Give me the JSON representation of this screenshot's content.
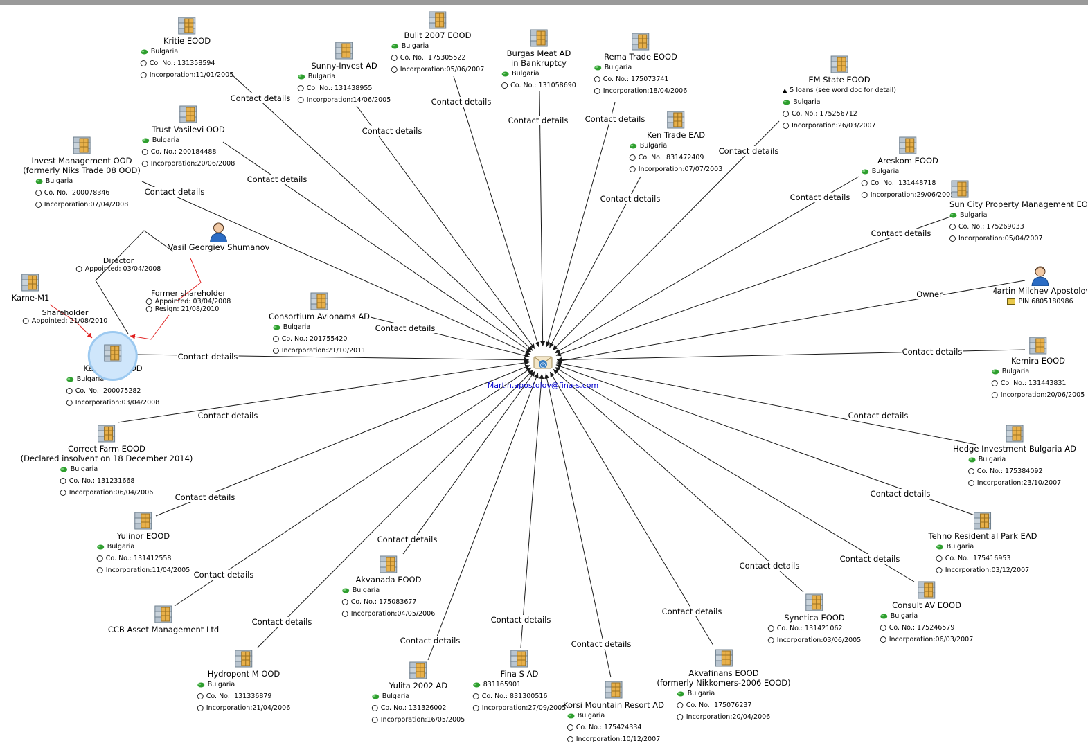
{
  "center": {
    "email": "Martin.apostolov@fina-s.com",
    "icon": "email-icon"
  },
  "labels": {
    "contact": "Contact details",
    "owner": "Owner",
    "director": "Director",
    "former_shareholder": "Former shareholder",
    "shareholder": "Shareholder"
  },
  "colors": {
    "edge": "#1a1a1a",
    "relation": "#e02020",
    "halo": "#cfe6fb",
    "link": "#0000cc",
    "flag": "#2e9e2e"
  },
  "companies": [
    {
      "id": "kritie",
      "name": "Kritie EOOD",
      "attrs": [
        "Bulgaria",
        "Co. No.: 131358594",
        "Incorporation:11/01/2005"
      ]
    },
    {
      "id": "bulit",
      "name": "Bulit 2007 EOOD",
      "attrs": [
        "Bulgaria",
        "Co. No.: 175305522",
        "Incorporation:05/06/2007"
      ]
    },
    {
      "id": "burgas",
      "name": "Burgas Meat AD\nin Bankruptcy",
      "attrs": [
        "Bulgaria",
        "Co. No.: 131058690"
      ]
    },
    {
      "id": "rema",
      "name": "Rema Trade EOOD",
      "attrs": [
        "Bulgaria",
        "Co. No.: 175073741",
        "Incorporation:18/04/2006"
      ]
    },
    {
      "id": "sunny",
      "name": "Sunny-Invest AD",
      "attrs": [
        "Bulgaria",
        "Co. No.: 131438955",
        "Incorporation:14/06/2005"
      ]
    },
    {
      "id": "emstate",
      "name": "EM State EOOD",
      "attrs": [
        "5 loans (see word doc for detail)",
        "Bulgaria",
        "Co. No.: 175256712",
        "Incorporation:26/03/2007"
      ]
    },
    {
      "id": "trust",
      "name": "Trust Vasilevi OOD",
      "attrs": [
        "Bulgaria",
        "Co. No.: 200184488",
        "Incorporation:20/06/2008"
      ]
    },
    {
      "id": "ken",
      "name": "Ken Trade EAD",
      "attrs": [
        "Bulgaria",
        "Co. No.: 831472409",
        "Incorporation:07/07/2003"
      ]
    },
    {
      "id": "invest",
      "name": "Invest Management OOD\n(formerly Niks Trade 08 OOD)",
      "attrs": [
        "Bulgaria",
        "Co. No.: 200078346",
        "Incorporation:07/04/2008"
      ]
    },
    {
      "id": "areskom",
      "name": "Areskom EOOD",
      "attrs": [
        "Bulgaria",
        "Co. No.: 131448718",
        "Incorporation:29/06/2005"
      ]
    },
    {
      "id": "suncity",
      "name": "Sun City Property Management EOO",
      "attrs": [
        "Bulgaria",
        "Co. No.: 175269033",
        "Incorporation:05/04/2007"
      ]
    },
    {
      "id": "karnem1",
      "name": "Karne-M1",
      "attrs": []
    },
    {
      "id": "consortium",
      "name": "Consortium Avionams AD",
      "attrs": [
        "Bulgaria",
        "Co. No.: 201755420",
        "Incorporation:21/10/2011"
      ]
    },
    {
      "id": "karnem",
      "name": "Karne-M EOOD",
      "attrs": [
        "Bulgaria",
        "Co. No.: 200075282",
        "Incorporation:03/04/2008"
      ]
    },
    {
      "id": "kemira",
      "name": "Kemira EOOD",
      "attrs": [
        "Bulgaria",
        "Co. No.: 131443831",
        "Incorporation:20/06/2005"
      ]
    },
    {
      "id": "correct",
      "name": "Correct Farm EOOD\n(Declared insolvent on 18 December 2014)",
      "attrs": [
        "Bulgaria",
        "Co. No.: 131231668",
        "Incorporation:06/04/2006"
      ]
    },
    {
      "id": "hedge",
      "name": "Hedge Investment Bulgaria AD",
      "attrs": [
        "Bulgaria",
        "Co. No.: 175384092",
        "Incorporation:23/10/2007"
      ]
    },
    {
      "id": "yulinor",
      "name": "Yulinor EOOD",
      "attrs": [
        "Bulgaria",
        "Co. No.: 131412558",
        "Incorporation:11/04/2005"
      ]
    },
    {
      "id": "tehno",
      "name": "Tehno Residential Park EAD",
      "attrs": [
        "Bulgaria",
        "Co. No.: 175416953",
        "Incorporation:03/12/2007"
      ]
    },
    {
      "id": "akvanada",
      "name": "Akvanada EOOD",
      "attrs": [
        "Bulgaria",
        "Co. No.: 175083677",
        "Incorporation:04/05/2006"
      ]
    },
    {
      "id": "ccb",
      "name": "CCB Asset Management Ltd",
      "attrs": []
    },
    {
      "id": "consultav",
      "name": "Consult AV EOOD",
      "attrs": [
        "Bulgaria",
        "Co. No.: 175246579",
        "Incorporation:06/03/2007"
      ]
    },
    {
      "id": "synetica",
      "name": "Synetica EOOD",
      "attrs": [
        "Co. No.: 131421062",
        "Incorporation:03/06/2005"
      ]
    },
    {
      "id": "hydropont",
      "name": "Hydropont M OOD",
      "attrs": [
        "Bulgaria",
        "Co. No.: 131336879",
        "Incorporation:21/04/2006"
      ]
    },
    {
      "id": "yulita",
      "name": "Yulita 2002 AD",
      "attrs": [
        "Bulgaria",
        "Co. No.: 131326002",
        "Incorporation:16/05/2005"
      ]
    },
    {
      "id": "finas",
      "name": "Fina S AD",
      "attrs": [
        "831165901",
        "Co. No.: 831300516",
        "Incorporation:27/09/2005"
      ]
    },
    {
      "id": "korsi",
      "name": "Korsi Mountain Resort AD",
      "attrs": [
        "Bulgaria",
        "Co. No.: 175424334",
        "Incorporation:10/12/2007"
      ]
    },
    {
      "id": "akvafinans",
      "name": "Akvafinans EOOD\n(formerly Nikkomers-2006 EOOD)",
      "attrs": [
        "Bulgaria",
        "Co. No.: 175076237",
        "Incorporation:20/04/2006"
      ]
    }
  ],
  "people": [
    {
      "id": "vasil",
      "name": "Vasil Georgiev Shumanov",
      "attrs": []
    },
    {
      "id": "martin",
      "name": "Martin Milchev Apostolov",
      "attrs": [
        "PIN 6805180986"
      ]
    }
  ],
  "relations": {
    "director_appointed": "Appointed: 03/04/2008",
    "former_appointed": "Appointed: 03/04/2008",
    "former_resign": "Resign: 21/08/2010",
    "shareholder_appointed": "Appointed: 21/08/2010"
  }
}
